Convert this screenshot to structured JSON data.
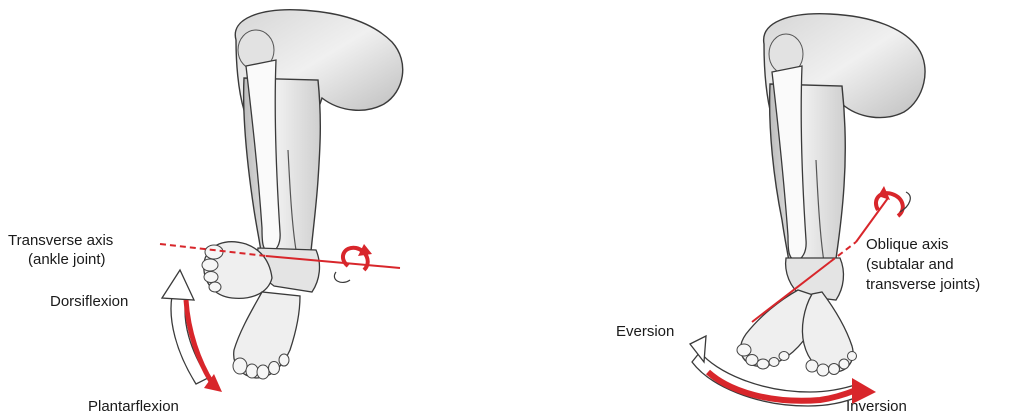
{
  "labels": {
    "transverse_axis": "Transverse axis",
    "ankle_joint": "(ankle joint)",
    "dorsiflexion": "Dorsiflexion",
    "plantarflexion": "Plantarflexion",
    "oblique_axis": "Oblique axis",
    "subtalar_and": "(subtalar and",
    "transverse_joints": "transverse joints)",
    "eversion": "Eversion",
    "inversion": "Inversion"
  },
  "colors": {
    "axis_red": "#d8262b",
    "limb_light": "#ececec",
    "limb_shade": "#c9c9c9",
    "bone": "#fafafa",
    "outline": "#3a3a3a"
  }
}
